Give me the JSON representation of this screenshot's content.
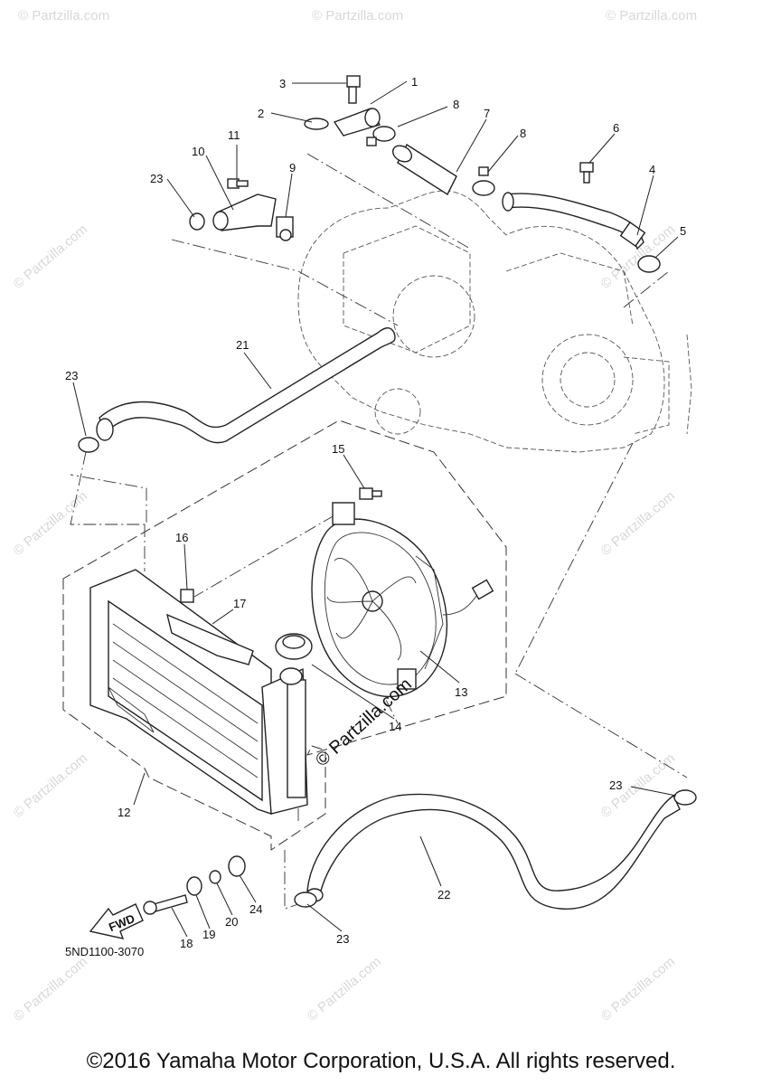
{
  "diagram": {
    "callouts": [
      "1",
      "2",
      "3",
      "4",
      "5",
      "6",
      "7",
      "8",
      "8",
      "9",
      "10",
      "11",
      "12",
      "13",
      "14",
      "15",
      "16",
      "17",
      "18",
      "19",
      "20",
      "21",
      "22",
      "23",
      "23",
      "23",
      "23",
      "24"
    ],
    "fwd_label": "FWD",
    "code": "5ND1100-3070",
    "watermark": "© Partzilla.com",
    "center_watermark": "© Partzilla.com",
    "copyright": "©2016 Yamaha Motor Corporation, U.S.A. All rights reserved."
  }
}
